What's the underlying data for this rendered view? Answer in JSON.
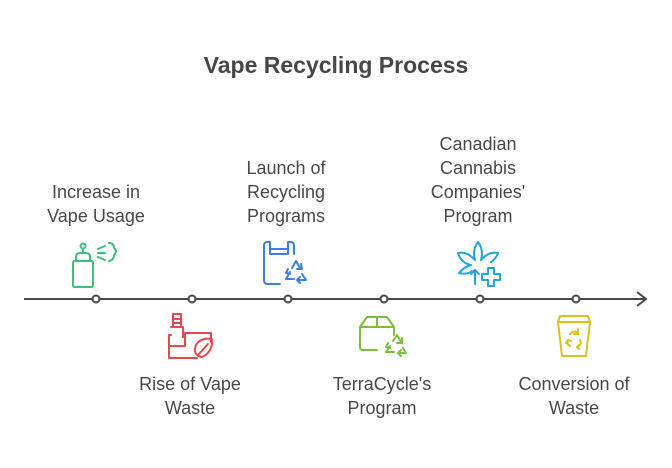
{
  "title": "Vape Recycling Process",
  "steps": [
    {
      "label": "Increase in\nVape Usage",
      "icon": "spray-can-icon",
      "color": "#3dbf7e",
      "position": "above"
    },
    {
      "label": "Rise of Vape\nWaste",
      "icon": "factory-leaf-icon",
      "color": "#e5484d",
      "position": "below"
    },
    {
      "label": "Launch of\nRecycling\nPrograms",
      "icon": "recycle-bag-icon",
      "color": "#3b7fe0",
      "position": "above"
    },
    {
      "label": "TerraCycle's\nProgram",
      "icon": "recycle-box-icon",
      "color": "#7cbf3a",
      "position": "below"
    },
    {
      "label": "Canadian\nCannabis\nCompanies'\nProgram",
      "icon": "cannabis-plus-icon",
      "color": "#1fa6dc",
      "position": "above"
    },
    {
      "label": "Conversion of\nWaste",
      "icon": "recycle-bin-icon",
      "color": "#d9c21a",
      "position": "below"
    }
  ],
  "colors": {
    "line": "#484848",
    "title": "#474747",
    "text": "#484848"
  }
}
